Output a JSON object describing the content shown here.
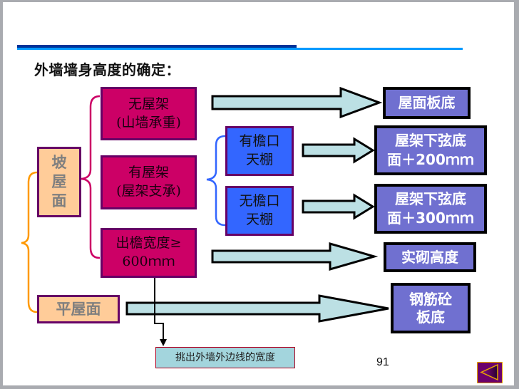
{
  "slide": {
    "title": "外墙墙身高度的确定：",
    "page_number": "91"
  },
  "roof_types": {
    "sloped": "坡\n屋\n面",
    "flat": "平屋面"
  },
  "sloped_conditions": [
    {
      "line1": "无屋架",
      "line2": "(山墙承重)"
    },
    {
      "line1": "有屋架",
      "line2": "(屋架支承)"
    },
    {
      "line1": "出檐宽度≥",
      "line2": "600ｍｍ"
    }
  ],
  "truss_sub_conditions": [
    {
      "line1": "有檐口",
      "line2": "天棚"
    },
    {
      "line1": "无檐口",
      "line2": "天棚"
    }
  ],
  "results": [
    {
      "line1": "屋面板底",
      "line2": ""
    },
    {
      "line1": "屋架下弦底",
      "line2": "面＋200ｍｍ"
    },
    {
      "line1": "屋架下弦底",
      "line2": "面＋300ｍｍ"
    },
    {
      "line1": "实砌高度",
      "line2": ""
    },
    {
      "line1": "钢筋砼",
      "line2": "板底"
    }
  ],
  "note": "挑出外墙外边线的宽度",
  "navigation": {
    "prev_icon": "triangle-left-icon"
  },
  "colors": {
    "title_bar_dark": "#003399",
    "title_bar_light": "#0099ff",
    "magenta_box": "#cc0066",
    "box_border": "#660066",
    "peach_box": "#ffcc99",
    "blue_box": "#3366ff",
    "result_box": "#7070d0",
    "arrow_fill": "#bce0e4",
    "orange_brace": "#ff9900",
    "magenta_brace": "#cc0066",
    "blue_brace": "#3366ff",
    "note_fill": "#a3d5dd",
    "nav_button": "#6b006b"
  }
}
